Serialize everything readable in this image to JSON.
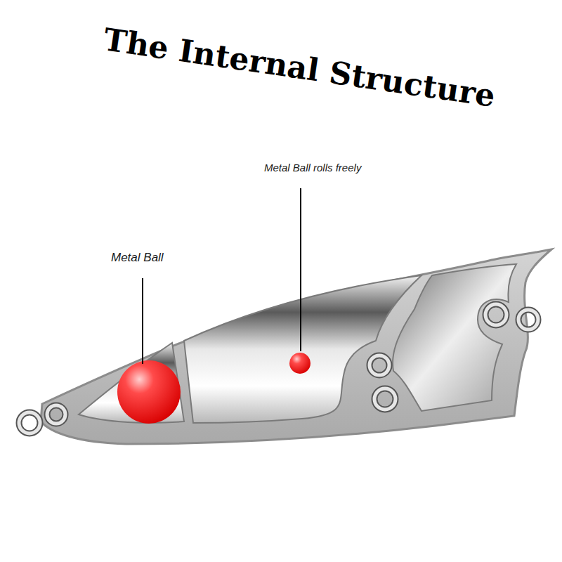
{
  "diagram": {
    "title": "The Internal Structure",
    "labels": [
      "Metal Ball rolls freely",
      "Metal Ball"
    ]
  }
}
